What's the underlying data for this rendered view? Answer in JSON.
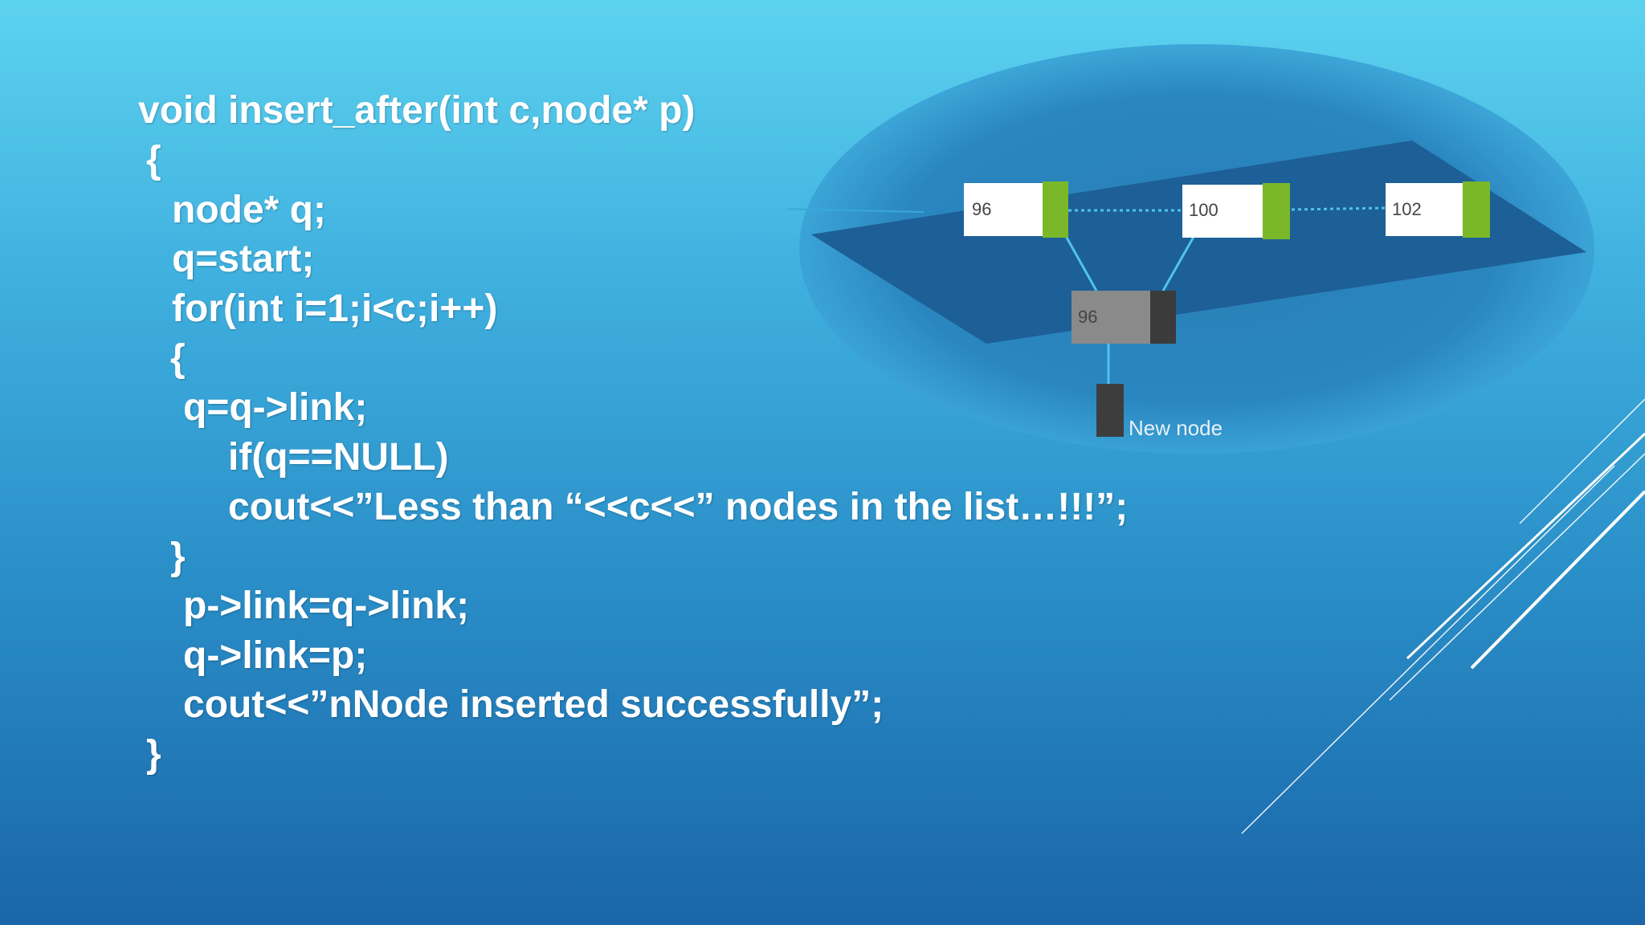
{
  "code_lines": [
    "void insert_after(int c,node* p)",
    "{",
    "node* q;",
    "q=start;",
    "for(int i=1;i<c;i++)",
    "{",
    "q=q->link;",
    "if(q==NULL)",
    "cout<<”Less than “<<c<<” nodes in the list…!!!”;",
    "}",
    "p->link=q->link;",
    "q->link=p;",
    "cout<<”nNode inserted successfully”;",
    "}"
  ],
  "diagram": {
    "nodes": [
      "96",
      "100",
      "102"
    ],
    "new_node_value": "96",
    "new_node_label": "New node"
  },
  "colors": {
    "pointer_green": "#7ab82a",
    "plane": "#1d5f97",
    "new_node_gray": "#8a8a8a"
  }
}
